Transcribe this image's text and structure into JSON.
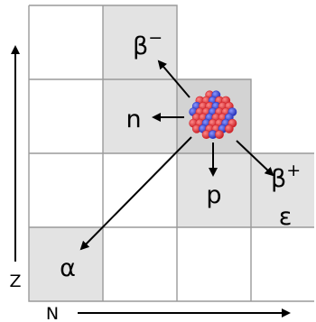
{
  "axes": {
    "vertical_label": "Z",
    "horizontal_label": "N"
  },
  "decay_modes": {
    "beta_minus": {
      "symbol": "β",
      "superscript": "−"
    },
    "beta_plus": {
      "symbol": "β",
      "superscript": "+"
    },
    "electron_capture": "ε",
    "neutron_emission": "n",
    "proton_emission": "p",
    "alpha_decay": "α"
  },
  "nucleus": {
    "proton_color": "#d9262c",
    "neutron_color": "#2f3fd0"
  },
  "colors": {
    "highlighted_cell": "#e3e3e3",
    "parent_cell": "#d3d3d3",
    "grid_line": "#9a9a9a"
  }
}
